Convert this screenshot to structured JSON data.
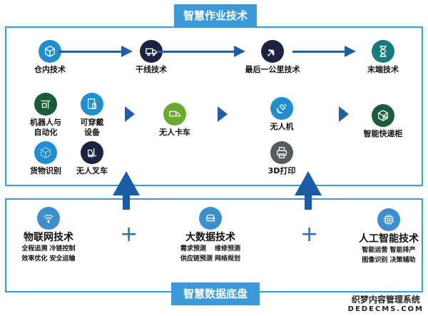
{
  "top_section": {
    "title": "智慧作业技术",
    "flow": [
      {
        "label": "仓内技术",
        "icon": "cube-icon",
        "color": "#1f8fd1"
      },
      {
        "label": "干线技术",
        "icon": "truck-icon",
        "color": "#1c2340"
      },
      {
        "label": "最后一公里技术",
        "icon": "airplane-icon",
        "color": "#1c2340"
      },
      {
        "label": "末端技术",
        "icon": "hourglass-icon",
        "color": "#177d7a"
      }
    ],
    "warehouse_items": [
      {
        "label": "机器人与\n自动化",
        "line1": "机器人与",
        "line2": "自动化",
        "icon": "robot-arm-icon",
        "color": "#1d5c3a"
      },
      {
        "label": "可穿戴设备",
        "line1": "可穿戴",
        "line2": "设备",
        "icon": "wearable-device-icon",
        "color": "#1f8fd1"
      },
      {
        "label": "货物识别",
        "icon": "dashed-cube-icon",
        "color": "#1f8fd1"
      },
      {
        "label": "无人叉车",
        "icon": "forklift-icon",
        "color": "#1c2340"
      }
    ],
    "trunk_items": [
      {
        "label": "无人卡车",
        "icon": "truck-icon",
        "color": "#6aab2e"
      }
    ],
    "lastmile_items": [
      {
        "label": "无人机",
        "icon": "satellite-icon",
        "color": "#1f8fd1"
      },
      {
        "label": "3D打印",
        "icon": "printer-icon",
        "color": "#555a60"
      }
    ],
    "terminal_items": [
      {
        "label": "智能快递柜",
        "icon": "parcel-box-icon",
        "color": "#1d5c3a"
      }
    ]
  },
  "bottom_section": {
    "title": "智慧数据底盘",
    "pillars": [
      {
        "title": "物联网技术",
        "icon": "wifi-icon",
        "lines": [
          "全程追溯 冷链控制",
          "效率优化 安全运输"
        ]
      },
      {
        "title": "大数据技术",
        "icon": "storage-icon",
        "lines": [
          "需求预测　 维修预测",
          "供应链预测 网络规划"
        ]
      },
      {
        "title": "人工智能技术",
        "icon": "chip-icon",
        "lines": [
          "智能运营 智能排产",
          "图像识别 决策辅助"
        ]
      }
    ],
    "connector": "+"
  },
  "watermark": {
    "line1": "织梦内容管理系统",
    "line2": "DEDECMS.COM"
  },
  "colors": {
    "accent": "#3a9ad9",
    "arrow": "#1e5fa8",
    "pillar_icon": "#3b8fd0"
  }
}
